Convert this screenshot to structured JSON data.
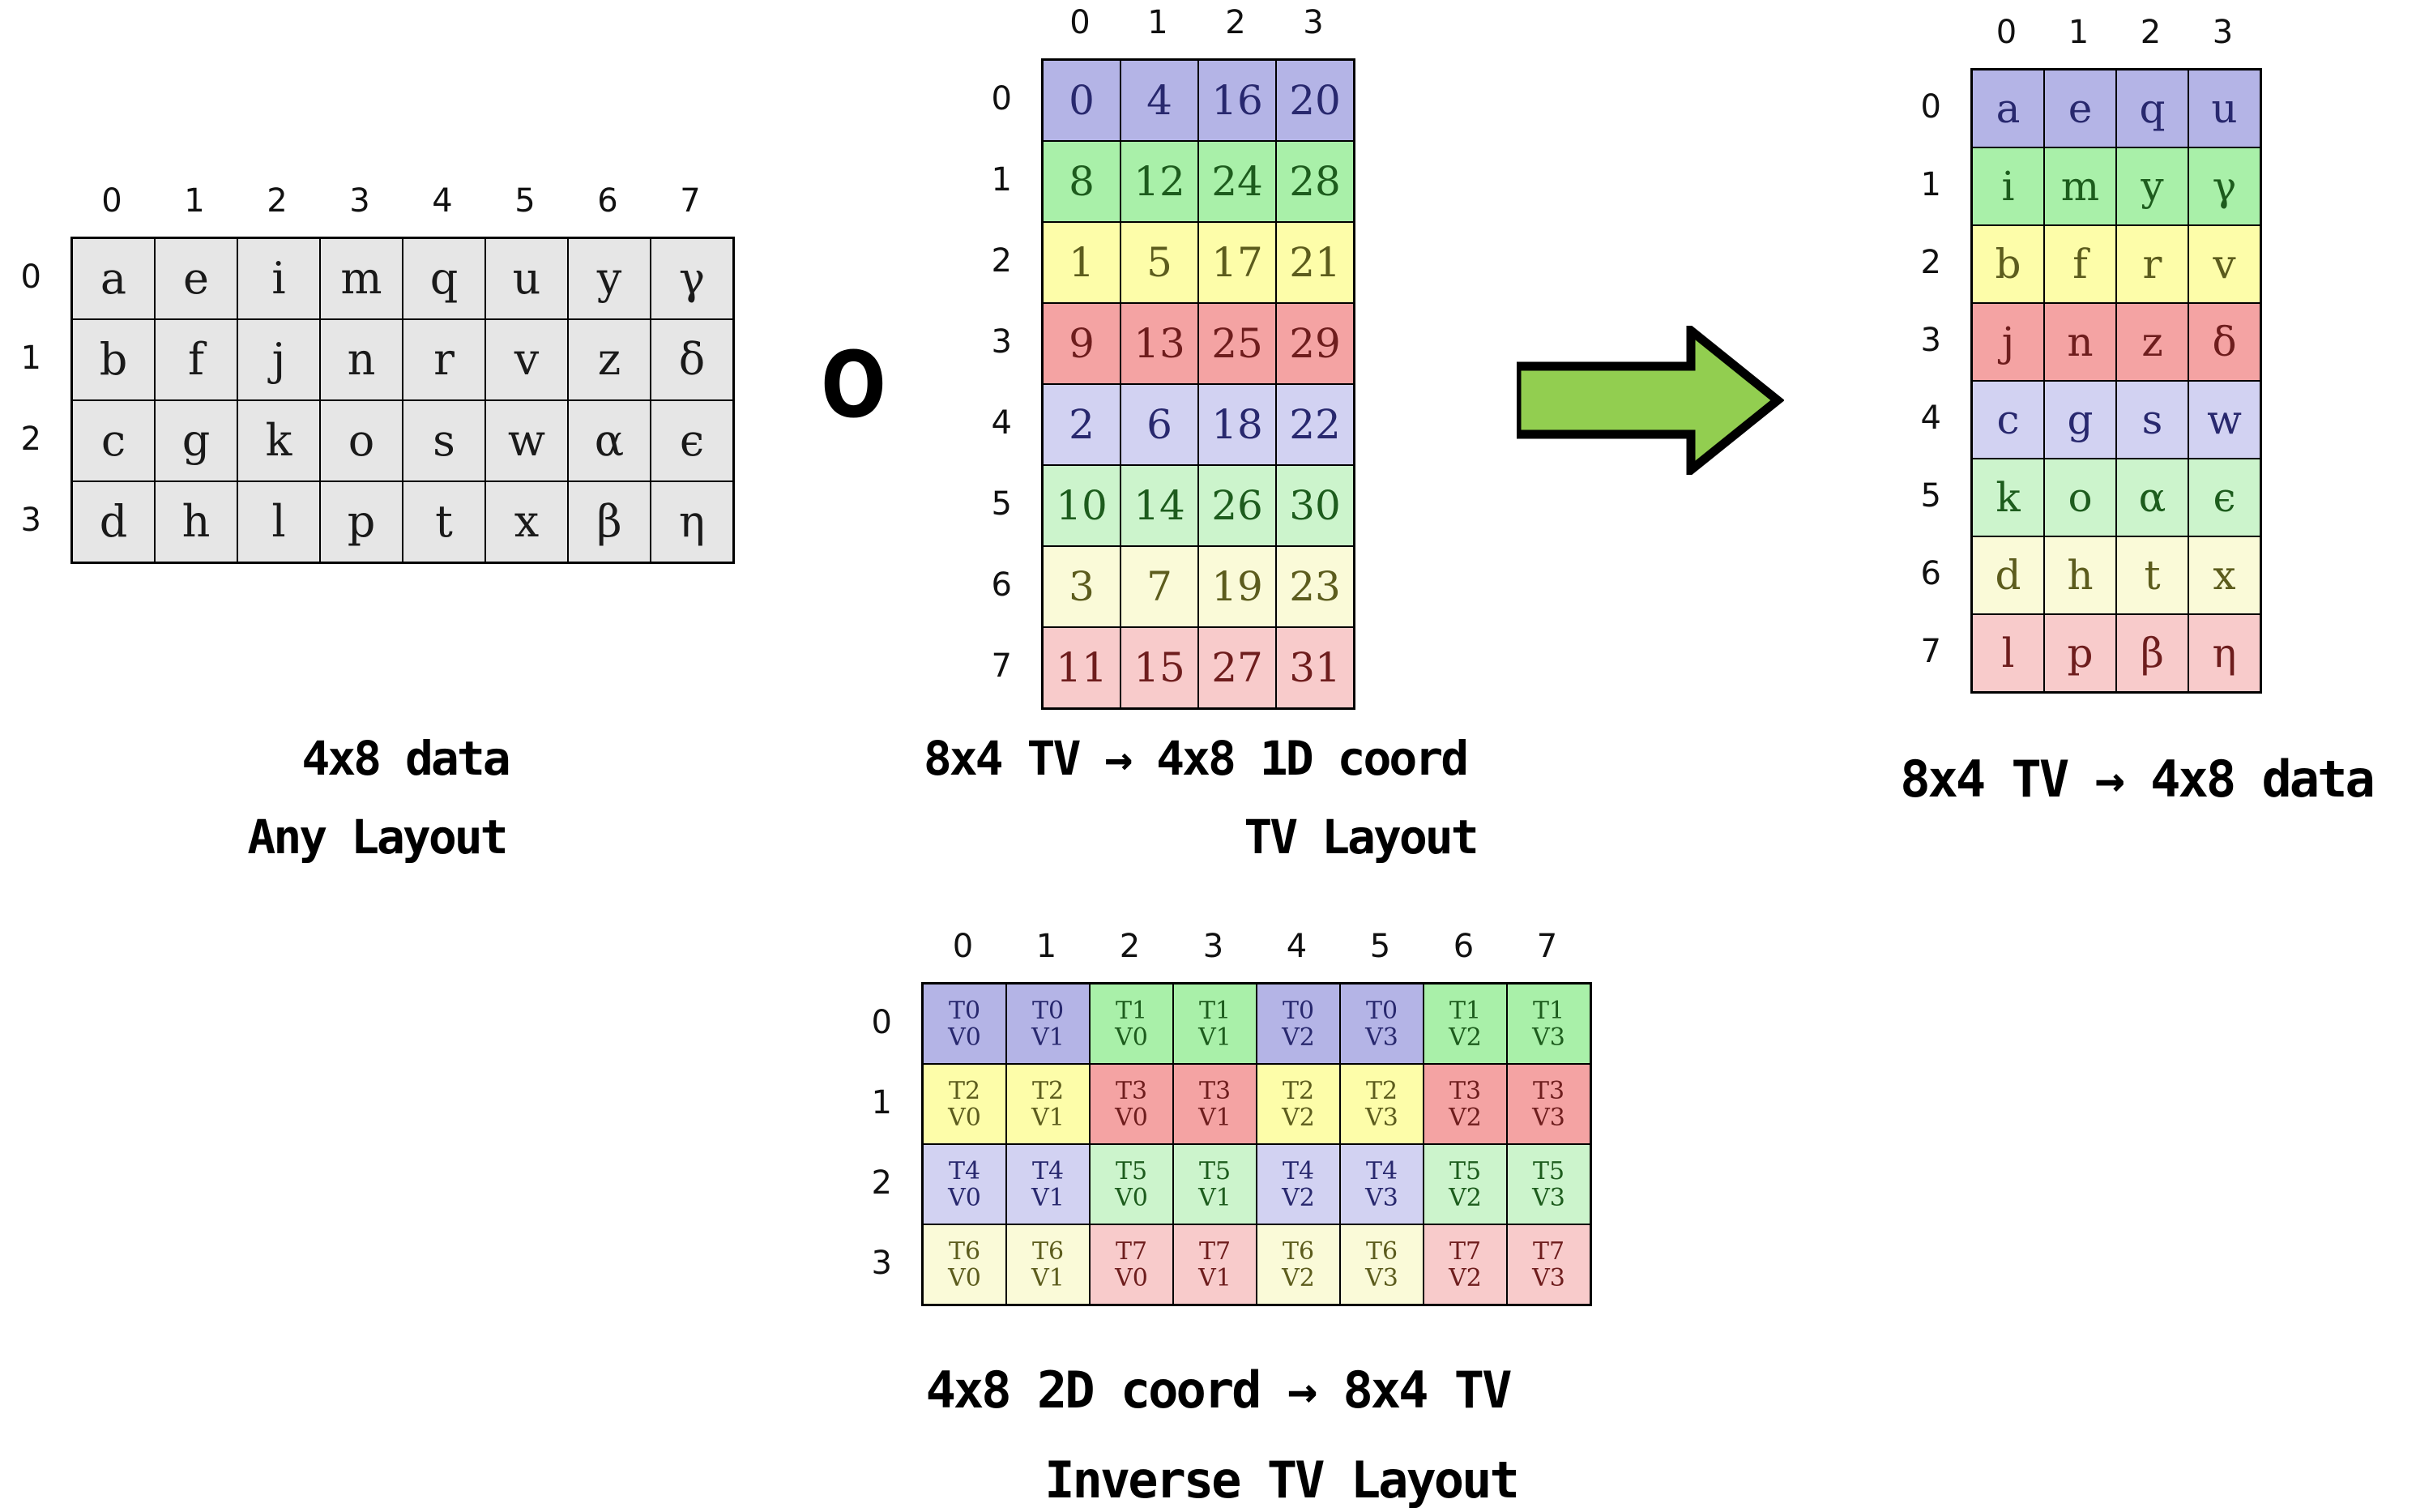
{
  "palette": {
    "fills": {
      "gray": "#e6e6e6",
      "blue": "#b4b4e6",
      "green": "#a9f0a9",
      "yellow": "#fdfda9",
      "red": "#f4a3a3",
      "blue_light": "#d2d2f2",
      "green_light": "#ccf4cc",
      "yellow_light": "#fafad8",
      "red_light": "#f8cbcb"
    },
    "texts": {
      "gray": "#1a1a1a",
      "blue": "#28286e",
      "green": "#1d5c1d",
      "yellow": "#5c5c1d",
      "red": "#6e1d1d"
    },
    "arrow_green": "#92ce50",
    "arrow_outline": "#000000"
  },
  "operators": {
    "compose": "O"
  },
  "tables": {
    "any": {
      "col_headers": [
        "0",
        "1",
        "2",
        "3",
        "4",
        "5",
        "6",
        "7"
      ],
      "row_headers": [
        "0",
        "1",
        "2",
        "3"
      ],
      "row_colors": [
        "gray",
        "gray",
        "gray",
        "gray"
      ],
      "rows": [
        [
          "a",
          "e",
          "i",
          "m",
          "q",
          "u",
          "y",
          "γ"
        ],
        [
          "b",
          "f",
          "j",
          "n",
          "r",
          "v",
          "z",
          "δ"
        ],
        [
          "c",
          "g",
          "k",
          "o",
          "s",
          "w",
          "α",
          "ϵ"
        ],
        [
          "d",
          "h",
          "l",
          "p",
          "t",
          "x",
          "β",
          "η"
        ]
      ],
      "caption": {
        "line1": "4x8 data",
        "line2": "Any Layout"
      }
    },
    "tv": {
      "col_headers": [
        "0",
        "1",
        "2",
        "3"
      ],
      "row_headers": [
        "0",
        "1",
        "2",
        "3",
        "4",
        "5",
        "6",
        "7"
      ],
      "row_colors": [
        "blue",
        "green",
        "yellow",
        "red",
        "blue_light",
        "green_light",
        "yellow_light",
        "red_light"
      ],
      "rows": [
        [
          "0",
          "4",
          "16",
          "20"
        ],
        [
          "8",
          "12",
          "24",
          "28"
        ],
        [
          "1",
          "5",
          "17",
          "21"
        ],
        [
          "9",
          "13",
          "25",
          "29"
        ],
        [
          "2",
          "6",
          "18",
          "22"
        ],
        [
          "10",
          "14",
          "26",
          "30"
        ],
        [
          "3",
          "7",
          "19",
          "23"
        ],
        [
          "11",
          "15",
          "27",
          "31"
        ]
      ],
      "caption": {
        "line1": "8x4 TV →  4x8 1D coord",
        "line2": "TV Layout"
      }
    },
    "result": {
      "col_headers": [
        "0",
        "1",
        "2",
        "3"
      ],
      "row_headers": [
        "0",
        "1",
        "2",
        "3",
        "4",
        "5",
        "6",
        "7"
      ],
      "row_colors": [
        "blue",
        "green",
        "yellow",
        "red",
        "blue_light",
        "green_light",
        "yellow_light",
        "red_light"
      ],
      "rows": [
        [
          "a",
          "e",
          "q",
          "u"
        ],
        [
          "i",
          "m",
          "y",
          "γ"
        ],
        [
          "b",
          "f",
          "r",
          "v"
        ],
        [
          "j",
          "n",
          "z",
          "δ"
        ],
        [
          "c",
          "g",
          "s",
          "w"
        ],
        [
          "k",
          "o",
          "α",
          "ϵ"
        ],
        [
          "d",
          "h",
          "t",
          "x"
        ],
        [
          "l",
          "p",
          "β",
          "η"
        ]
      ],
      "caption": {
        "line1": "8x4 TV →  4x8 data"
      }
    },
    "inverse": {
      "col_headers": [
        "0",
        "1",
        "2",
        "3",
        "4",
        "5",
        "6",
        "7"
      ],
      "row_headers": [
        "0",
        "1",
        "2",
        "3"
      ],
      "rows": [
        [
          {
            "t": [
              "T0",
              "V0"
            ],
            "c": "blue"
          },
          {
            "t": [
              "T0",
              "V1"
            ],
            "c": "blue"
          },
          {
            "t": [
              "T1",
              "V0"
            ],
            "c": "green"
          },
          {
            "t": [
              "T1",
              "V1"
            ],
            "c": "green"
          },
          {
            "t": [
              "T0",
              "V2"
            ],
            "c": "blue"
          },
          {
            "t": [
              "T0",
              "V3"
            ],
            "c": "blue"
          },
          {
            "t": [
              "T1",
              "V2"
            ],
            "c": "green"
          },
          {
            "t": [
              "T1",
              "V3"
            ],
            "c": "green"
          }
        ],
        [
          {
            "t": [
              "T2",
              "V0"
            ],
            "c": "yellow"
          },
          {
            "t": [
              "T2",
              "V1"
            ],
            "c": "yellow"
          },
          {
            "t": [
              "T3",
              "V0"
            ],
            "c": "red"
          },
          {
            "t": [
              "T3",
              "V1"
            ],
            "c": "red"
          },
          {
            "t": [
              "T2",
              "V2"
            ],
            "c": "yellow"
          },
          {
            "t": [
              "T2",
              "V3"
            ],
            "c": "yellow"
          },
          {
            "t": [
              "T3",
              "V2"
            ],
            "c": "red"
          },
          {
            "t": [
              "T3",
              "V3"
            ],
            "c": "red"
          }
        ],
        [
          {
            "t": [
              "T4",
              "V0"
            ],
            "c": "blue_light"
          },
          {
            "t": [
              "T4",
              "V1"
            ],
            "c": "blue_light"
          },
          {
            "t": [
              "T5",
              "V0"
            ],
            "c": "green_light"
          },
          {
            "t": [
              "T5",
              "V1"
            ],
            "c": "green_light"
          },
          {
            "t": [
              "T4",
              "V2"
            ],
            "c": "blue_light"
          },
          {
            "t": [
              "T4",
              "V3"
            ],
            "c": "blue_light"
          },
          {
            "t": [
              "T5",
              "V2"
            ],
            "c": "green_light"
          },
          {
            "t": [
              "T5",
              "V3"
            ],
            "c": "green_light"
          }
        ],
        [
          {
            "t": [
              "T6",
              "V0"
            ],
            "c": "yellow_light"
          },
          {
            "t": [
              "T6",
              "V1"
            ],
            "c": "yellow_light"
          },
          {
            "t": [
              "T7",
              "V0"
            ],
            "c": "red_light"
          },
          {
            "t": [
              "T7",
              "V1"
            ],
            "c": "red_light"
          },
          {
            "t": [
              "T6",
              "V2"
            ],
            "c": "yellow_light"
          },
          {
            "t": [
              "T6",
              "V3"
            ],
            "c": "yellow_light"
          },
          {
            "t": [
              "T7",
              "V2"
            ],
            "c": "red_light"
          },
          {
            "t": [
              "T7",
              "V3"
            ],
            "c": "red_light"
          }
        ]
      ],
      "caption": {
        "line1": "4x8 2D coord → 8x4 TV",
        "line2": "Inverse TV Layout"
      }
    }
  }
}
